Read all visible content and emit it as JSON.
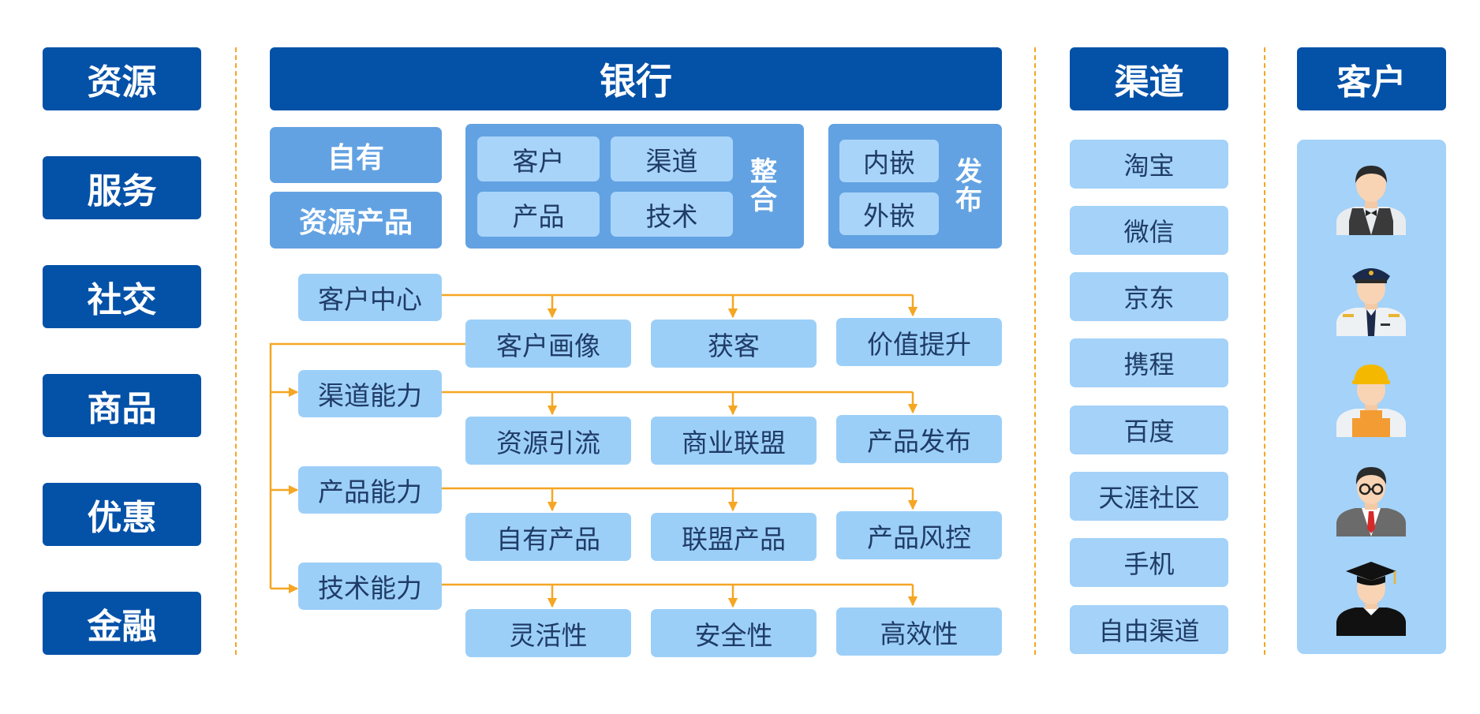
{
  "resources": {
    "header": "资源",
    "items": [
      "服务",
      "社交",
      "商品",
      "优惠",
      "金融"
    ]
  },
  "bank": {
    "header": "银行",
    "own": "自有",
    "resource_products": "资源产品",
    "integrate": {
      "items": [
        "客户",
        "渠道",
        "产品",
        "技术"
      ],
      "label_1": "整",
      "label_2": "合"
    },
    "publish": {
      "items": [
        "内嵌",
        "外嵌"
      ],
      "label_1": "发",
      "label_2": "布"
    },
    "centers": [
      {
        "name": "客户中心",
        "children": [
          "客户画像",
          "获客",
          "价值提升"
        ]
      },
      {
        "name": "渠道能力",
        "children": [
          "资源引流",
          "商业联盟",
          "产品发布"
        ]
      },
      {
        "name": "产品能力",
        "children": [
          "自有产品",
          "联盟产品",
          "产品风控"
        ]
      },
      {
        "name": "技术能力",
        "children": [
          "灵活性",
          "安全性",
          "高效性"
        ]
      }
    ]
  },
  "channels": {
    "header": "渠道",
    "items": [
      "淘宝",
      "微信",
      "京东",
      "携程",
      "百度",
      "天涯社区",
      "手机",
      "自由渠道"
    ]
  },
  "customers": {
    "header": "客户",
    "avatars": [
      "waiter-avatar-icon",
      "pilot-avatar-icon",
      "worker-avatar-icon",
      "businessman-avatar-icon",
      "graduate-avatar-icon"
    ]
  },
  "colors": {
    "dark_blue": "#0451a8",
    "mid_blue": "#62a2e2",
    "light_blue": "#9ccff8",
    "connector_orange": "#f5a623"
  }
}
